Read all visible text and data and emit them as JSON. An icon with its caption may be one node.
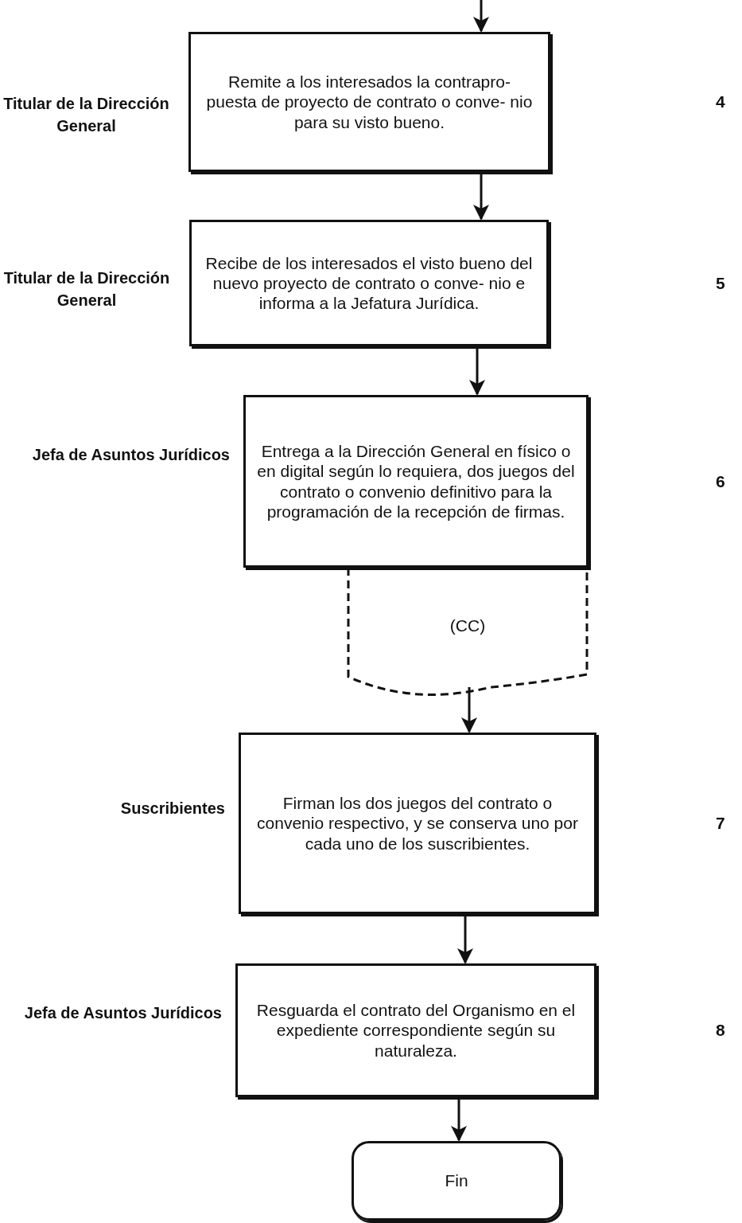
{
  "diagram": {
    "nodes": [
      {
        "text": [
          "Remite a los interesados la contrapro- puesta de proyecto de contrato o conve- nio para su visto bueno."
        ],
        "beside": [
          "Titular de la Dirección General"
        ]
      },
      {
        "text": [
          "Recibe de los interesados el visto bueno del nuevo proyecto de contrato o conve- nio e informa a la Jefatura Jurídica."
        ],
        "beside": [
          "Titular de la Dirección General"
        ]
      },
      {
        "text": [
          "Entrega a la Dirección General en físico o en digital según lo requiera, dos juegos del contrato o convenio definitivo para la programación de la recepción de firmas."
        ],
        "beside": [
          "Jefa de Asuntos Jurídicos"
        ]
      },
      {
        "text": [
          "(CC)"
        ]
      },
      {
        "text": [
          "Firman los dos juegos del contrato o convenio respectivo, y se conserva uno por cada uno de los suscribientes."
        ],
        "beside": [
          "Suscribientes"
        ]
      },
      {
        "text": [
          "Resguarda el contrato del Organismo en el expediente correspondiente según su naturaleza."
        ],
        "beside": [
          "Jefa de Asuntos Jurídicos"
        ]
      },
      {
        "text": [
          "Fin"
        ]
      }
    ],
    "edges": [
      {
        "from": null,
        "to": 0,
        "arrow": "to"
      },
      {
        "from": 0,
        "to": 1,
        "arrow": "to"
      },
      {
        "from": 1,
        "to": 2,
        "arrow": "to"
      },
      {
        "from": 3,
        "to": 4,
        "arrow": "to"
      },
      {
        "from": 4,
        "to": 5,
        "arrow": "to"
      },
      {
        "from": 5,
        "to": 6,
        "arrow": "to"
      }
    ],
    "labels": [
      "4",
      "5",
      "6",
      "7",
      "8"
    ]
  }
}
